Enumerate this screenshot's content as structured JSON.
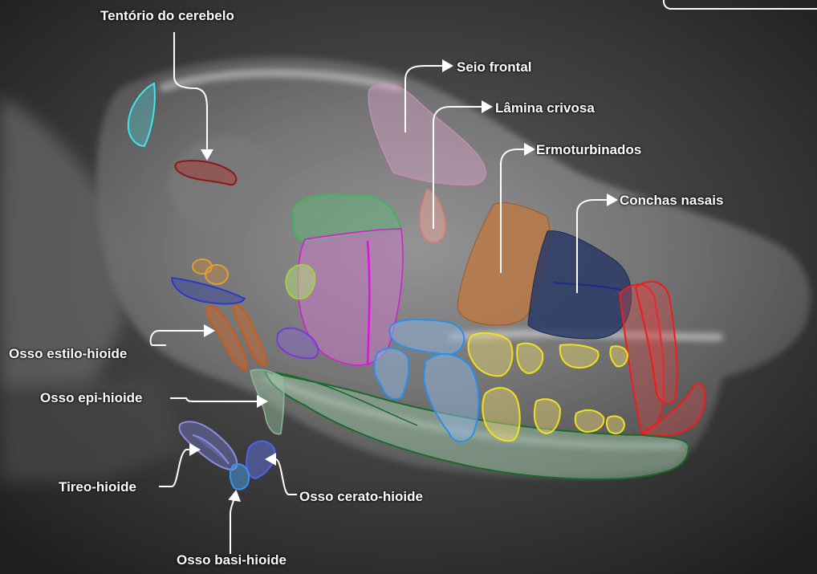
{
  "labels": {
    "tentorio": "Tentório do cerebelo",
    "seio_frontal": "Seio frontal",
    "lamina_crivosa": "Lâmina crivosa",
    "ermoturbinados": "Ermoturbinados",
    "conchas_nasais": "Conchas nasais",
    "estilo_hioide": "Osso estilo-hioide",
    "epi_hioide": "Osso epi-hioide",
    "tireo_hioide": "Tireo-hioide",
    "cerato_hioide": "Osso cerato-hioide",
    "basi_hioide": "Osso basi-hioide"
  }
}
